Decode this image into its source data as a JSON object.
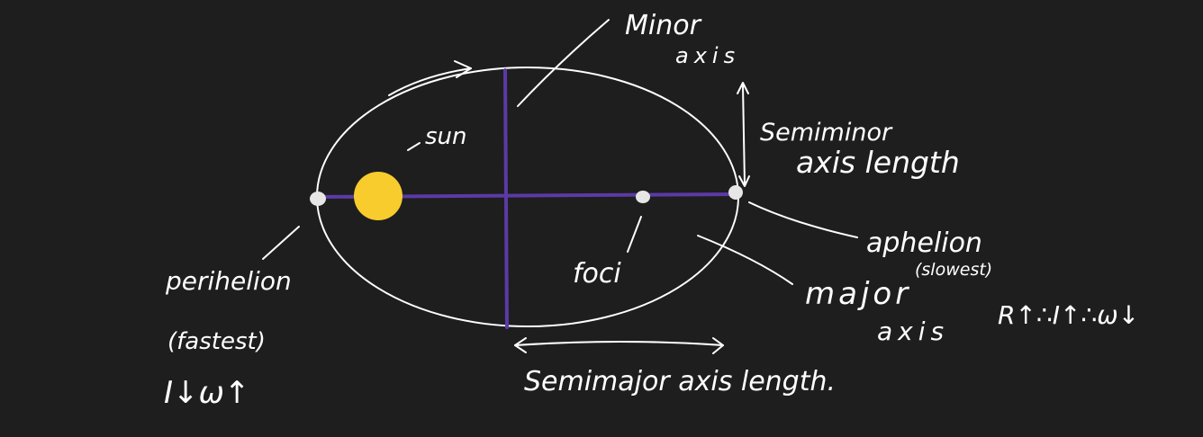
{
  "colors": {
    "background": "#1e1e1e",
    "ink": "#ffffff",
    "axis": "#5b3aa6",
    "sun": "#f7cc2c",
    "point": "#e6e6e6"
  },
  "labels": {
    "minor_axis_line1": "Minor",
    "minor_axis_line2": "axis",
    "semiminor_line1": "Semiminor",
    "semiminor_line2": "axis length",
    "sun": "sun",
    "aphelion": "aphelion",
    "aphelion_note": "(slowest)",
    "perihelion": "perihelion",
    "perihelion_note": "(fastest)",
    "perihelion_relation": "I↓ω↑",
    "foci": "foci",
    "major_axis_line1": "major",
    "major_axis_line2": "axis",
    "relation": "R↑∴I↑∴ω↓",
    "semimajor": "Semimajor axis length."
  }
}
